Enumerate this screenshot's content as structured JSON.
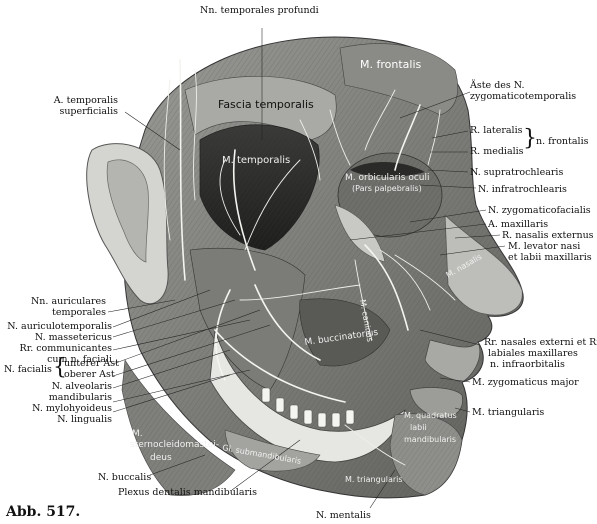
{
  "caption": "Abb. 517.",
  "labels": {
    "nn_temporales_profundi": "Nn. temporales profundi",
    "m_frontalis": "M. frontalis",
    "fascia_temporalis": "Fascia temporalis",
    "a_temporalis_1": "A. temporalis",
    "a_temporalis_2": "superficialis",
    "aste_1": "Äste des N.",
    "aste_2": "zygomaticotemporalis",
    "r_lateralis": "R. lateralis",
    "r_medialis": "R. medialis",
    "n_frontalis": "n. frontalis",
    "m_temporalis": "M. temporalis",
    "m_orbicularis_1": "M. orbicularis oculi",
    "m_orbicularis_2": "(Pars palpebralis)",
    "n_supratrochlearis": "N. supratrochlearis",
    "n_infratrochlearis": "N. infratrochlearis",
    "n_zygomaticofacialis": "N. zygomaticofacialis",
    "a_maxillaris": "A. maxillaris",
    "r_nasalis_externus": "R. nasalis externus",
    "m_levator_1": "M. levator nasi",
    "m_levator_2": "et labii maxillaris",
    "m_nasalis": "M. nasalis",
    "nn_auriculares_1": "Nn. auriculares",
    "nn_auriculares_2": "temporales",
    "n_auriculotemporalis": "N. auriculotemporalis",
    "n_massetericus": "N. massetericus",
    "rr_communicantes_1": "Rr. communicantes",
    "rr_communicantes_2": "cum n. faciali",
    "n_facialis": "N. facialis",
    "unterer_ast": "unterer Ast",
    "oberer_ast": "oberer Ast",
    "n_alveolaris_1": "N. alveolaris",
    "n_alveolaris_2": "mandibularis",
    "n_mylohyoideus": "N. mylohyoideus",
    "n_lingualis": "N. lingualis",
    "m_caninus": "M. caninus",
    "m_buccinatorius": "M. buccinatorius",
    "rr_nasales_1": "Rr. nasales externi et Rr.",
    "rr_nasales_2": "labiales maxillares",
    "rr_nasales_3": "n. infraorbitalis",
    "m_zygomaticus": "M. zygomaticus major",
    "m_triangularis_r": "M. triangularis",
    "m_quadratus_1": "M. quadratus",
    "m_quadratus_2": "labii",
    "m_quadratus_3": "mandibularis",
    "m_sterno_1": "M.",
    "m_sterno_2": "sternocleidomastoi-",
    "m_sterno_3": "deus",
    "m_submandibularis": "Gl. submandibularis",
    "n_buccalis": "N. buccalis",
    "m_triangularis_low": "M. triangularis",
    "plexus": "Plexus dentalis mandibularis",
    "n_mentalis": "N. mentalis"
  }
}
